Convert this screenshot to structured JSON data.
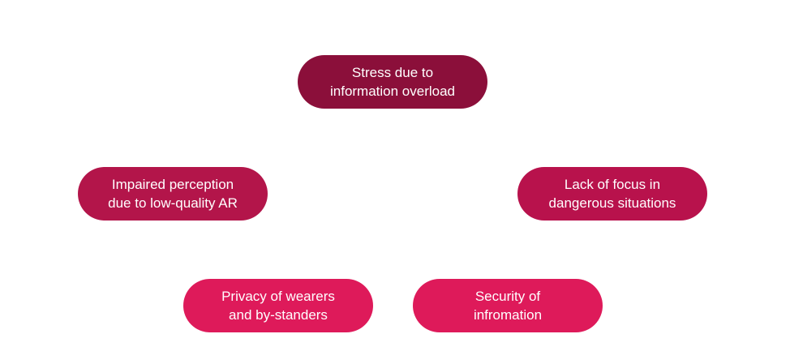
{
  "nodes": [
    {
      "id": "top",
      "text": "Stress due to\ninformation overload",
      "color": "#8b0f3a"
    },
    {
      "id": "left",
      "text": "Impaired perception\ndue to low-quality AR",
      "color": "#b3154a"
    },
    {
      "id": "right",
      "text": "Lack of focus in\ndangerous situations",
      "color": "#b8124c"
    },
    {
      "id": "bottom-left",
      "text": "Privacy of wearers\nand by-standers",
      "color": "#de1a5a"
    },
    {
      "id": "bottom-right",
      "text": "Security of\ninfromation",
      "color": "#de1a5a"
    }
  ]
}
